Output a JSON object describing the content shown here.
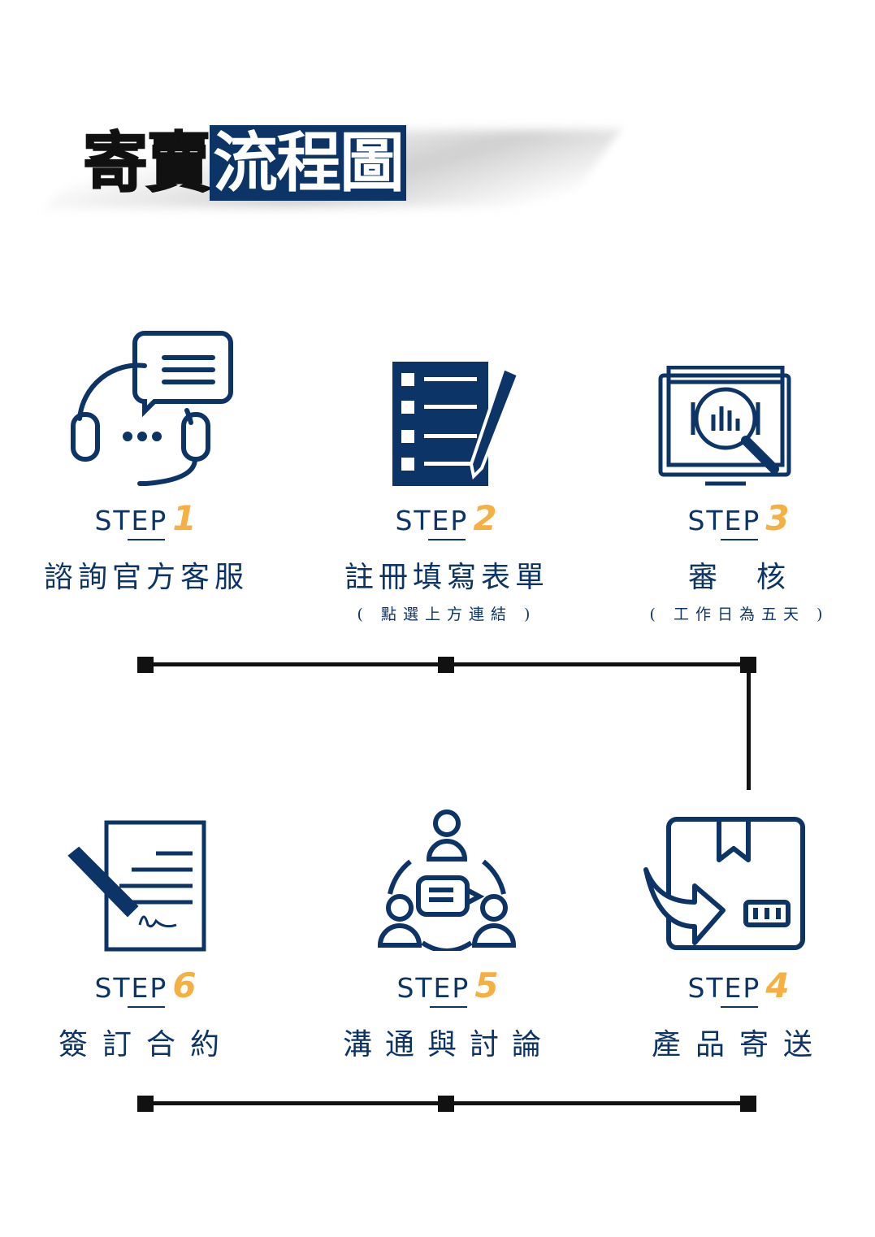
{
  "title": {
    "part1": "寄賣",
    "part2": "流程圖"
  },
  "colors": {
    "navy": "#0d3466",
    "accent": "#f5b041",
    "line": "#111111"
  },
  "steps": [
    {
      "label": "STEP",
      "num": "1",
      "name": "諮詢官方客服",
      "icon": "headset-chat-icon"
    },
    {
      "label": "STEP",
      "num": "2",
      "name": "註冊填寫表單",
      "note": "( 點選上方連結 )",
      "icon": "checklist-pen-icon"
    },
    {
      "label": "STEP",
      "num": "3",
      "name": "審　核",
      "note": "( 工作日為五天 )",
      "icon": "monitor-magnifier-icon"
    },
    {
      "label": "STEP",
      "num": "4",
      "name": "產品寄送",
      "icon": "package-arrow-icon"
    },
    {
      "label": "STEP",
      "num": "5",
      "name": "溝通與討論",
      "icon": "team-discussion-icon"
    },
    {
      "label": "STEP",
      "num": "6",
      "name": "簽訂合約",
      "icon": "contract-sign-icon"
    }
  ]
}
